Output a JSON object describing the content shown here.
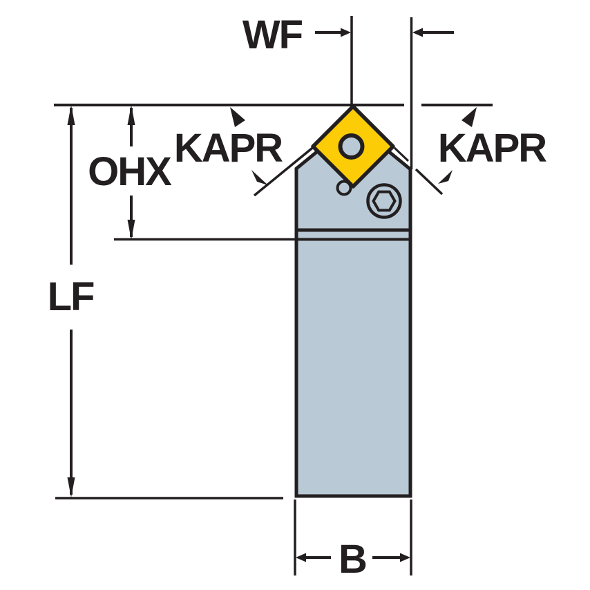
{
  "diagram": {
    "labels": {
      "wf": "WF",
      "kapr_left": "KAPR",
      "kapr_right": "KAPR",
      "ohx": "OHX",
      "lf": "LF",
      "b": "B"
    },
    "colors": {
      "line": "#231f20",
      "insert": "#fccd06",
      "holder": "#b9c9d5",
      "background": "#ffffff"
    }
  }
}
